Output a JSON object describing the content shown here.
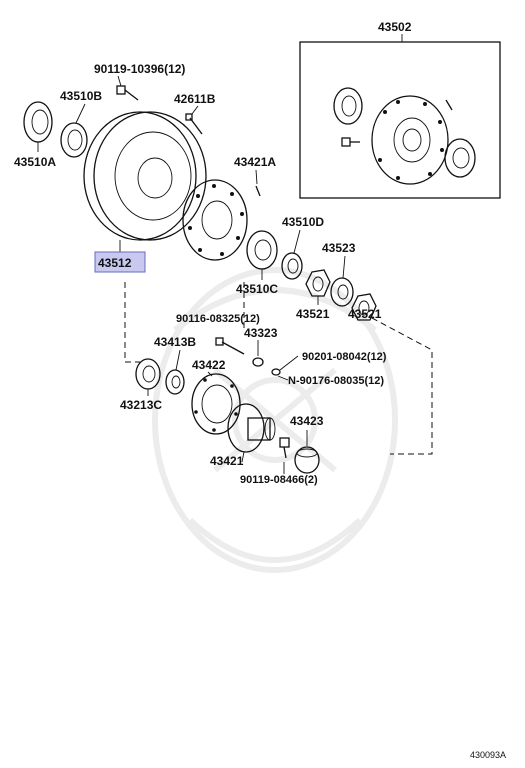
{
  "labels": {
    "p43502": "43502",
    "p90119_10396": "90119-10396(12)",
    "p43510B": "43510B",
    "p42611B": "42611B",
    "p43510A": "43510A",
    "p43421A": "43421A",
    "p43510D": "43510D",
    "p43512": "43512",
    "p43510C": "43510C",
    "p43523": "43523",
    "p43521a": "43521",
    "p43521b": "43521",
    "p90116_08325": "90116-08325(12)",
    "p43323": "43323",
    "p43413B": "43413B",
    "p43422": "43422",
    "p90201_08042": "90201-08042(12)",
    "p90176_08035": "N-90176-08035(12)",
    "p43213C": "43213C",
    "p43423": "43423",
    "p43421": "43421",
    "p90119_08466": "90119-08466(2)"
  },
  "footer": {
    "code": "430093A"
  },
  "colors": {
    "highlight": "#c8c8f0",
    "ink": "#111111"
  }
}
